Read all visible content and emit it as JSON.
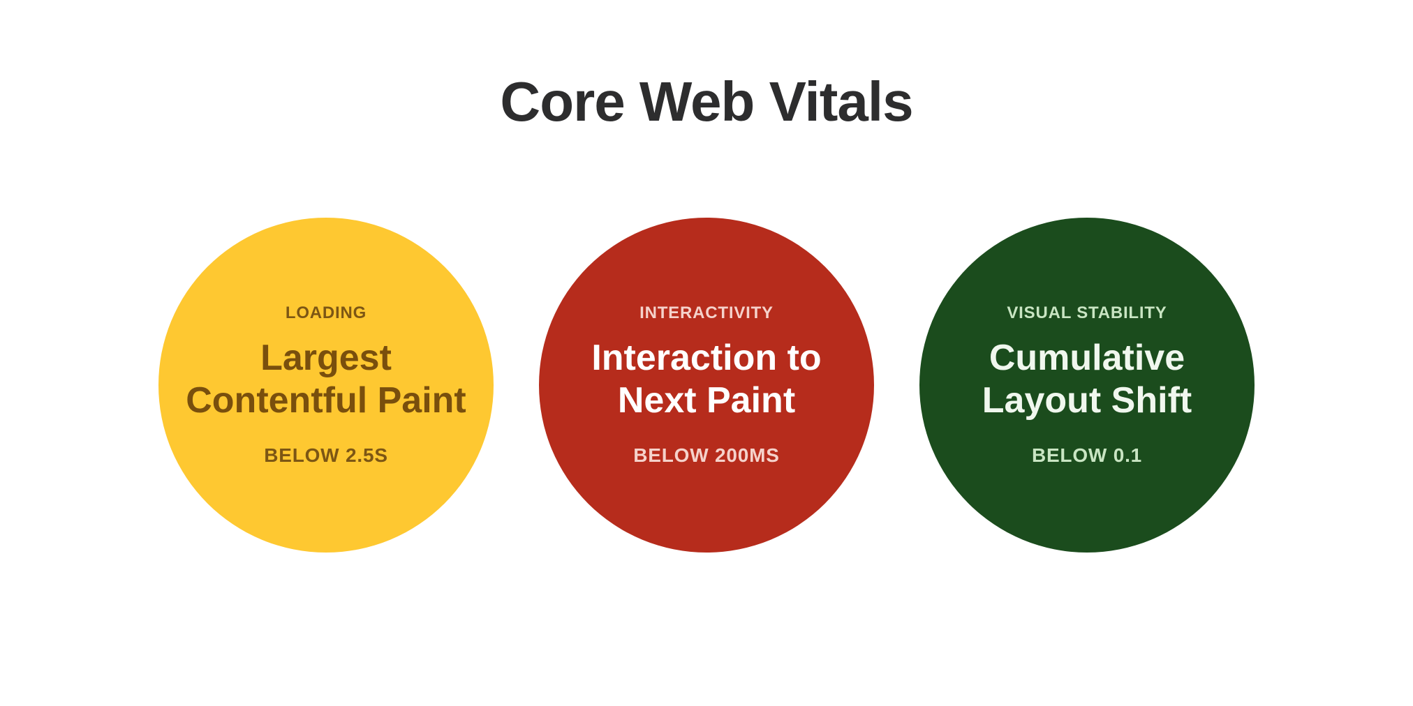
{
  "page": {
    "title": "Core Web Vitals",
    "background_color": "#FFFFFF",
    "title_color": "#2D2D2E"
  },
  "vitals": [
    {
      "category": "LOADING",
      "name": "Largest Contentful Paint",
      "name_lines": [
        "Largest",
        "Contentful Paint"
      ],
      "threshold": "BELOW 2.5S",
      "colors": {
        "circle": "#FEC831",
        "category": "#7C5614",
        "name": "#794F0D",
        "threshold": "#7C5614"
      }
    },
    {
      "category": "INTERACTIVITY",
      "name": "Interaction to Next Paint",
      "name_lines": [
        "Interaction to",
        "Next Paint"
      ],
      "threshold": "BELOW 200MS",
      "colors": {
        "circle": "#B62C1C",
        "category": "#F5D2CB",
        "name": "#FFFFFF",
        "threshold": "#F5D2CB"
      }
    },
    {
      "category": "VISUAL STABILITY",
      "name": "Cumulative Layout Shift",
      "name_lines": [
        "Cumulative",
        "Layout Shift"
      ],
      "threshold": "BELOW 0.1",
      "colors": {
        "circle": "#1B4C1D",
        "category": "#C9E5C3",
        "name": "#F0F7EE",
        "threshold": "#C9E5C3"
      }
    }
  ]
}
